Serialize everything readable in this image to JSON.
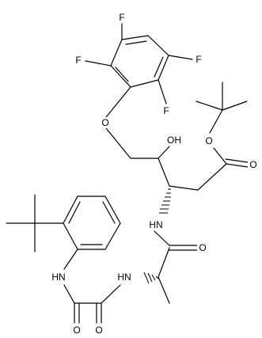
{
  "atom_labels": {
    "f_top": "F",
    "f_upper_left": "F",
    "f_upper_right": "F",
    "f_lower_right": "F",
    "ether_o": "O",
    "hydroxyl": "OH",
    "ester_o": "O",
    "ester_carbonyl_o": "O",
    "amide_nh_upper": "HN",
    "amide_carbonyl_o": "O",
    "anilide_nh": "HN",
    "amide_nh_lower": "HN",
    "oxamide_o_left": "O",
    "oxamide_o_right": "O"
  }
}
